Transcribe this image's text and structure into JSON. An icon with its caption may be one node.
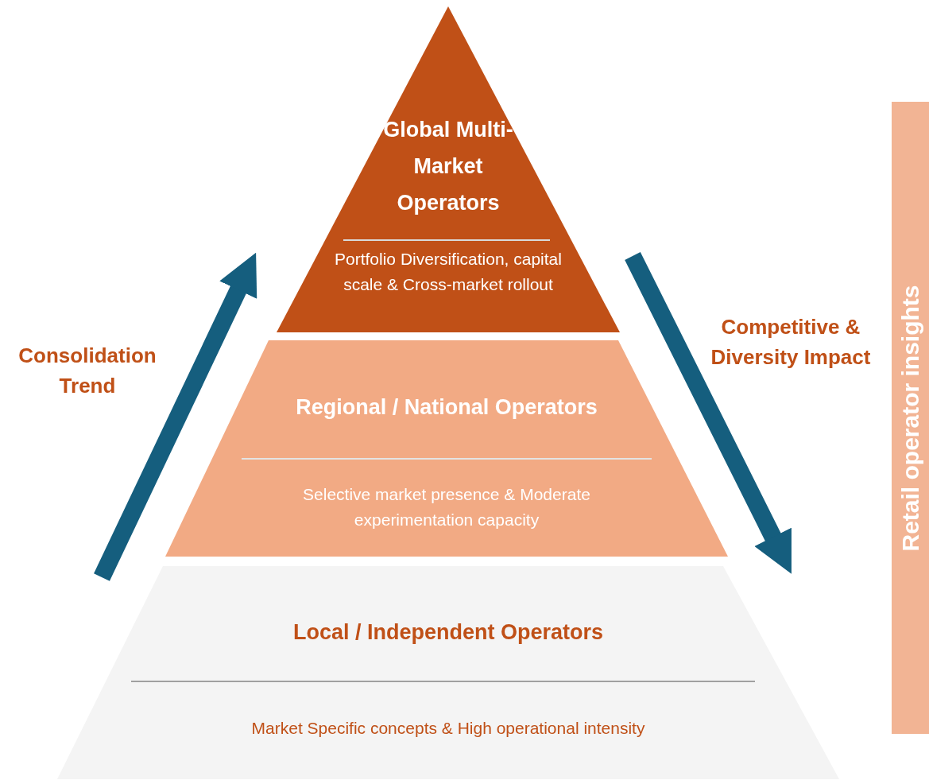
{
  "diagram": {
    "nodes": [
      {
        "text": [
          "Global Multi-Market Operators",
          "Portfolio Diversification, capital scale & Cross-market rollout"
        ]
      },
      {
        "text": [
          "Regional / National Operators",
          "Selective market presence & Moderate experimentation capacity"
        ]
      },
      {
        "text": [
          "Local / Independent Operators",
          "Market Specific concepts & High operational intensity"
        ]
      },
      {
        "text": [
          "Retail operator insights"
        ]
      }
    ],
    "edges": [
      {
        "from": 2,
        "to": 0,
        "arrow": "to",
        "label": "Consolidation Trend"
      },
      {
        "from": 0,
        "to": 2,
        "arrow": "to",
        "label": "Competitive & Diversity Impact"
      }
    ]
  }
}
